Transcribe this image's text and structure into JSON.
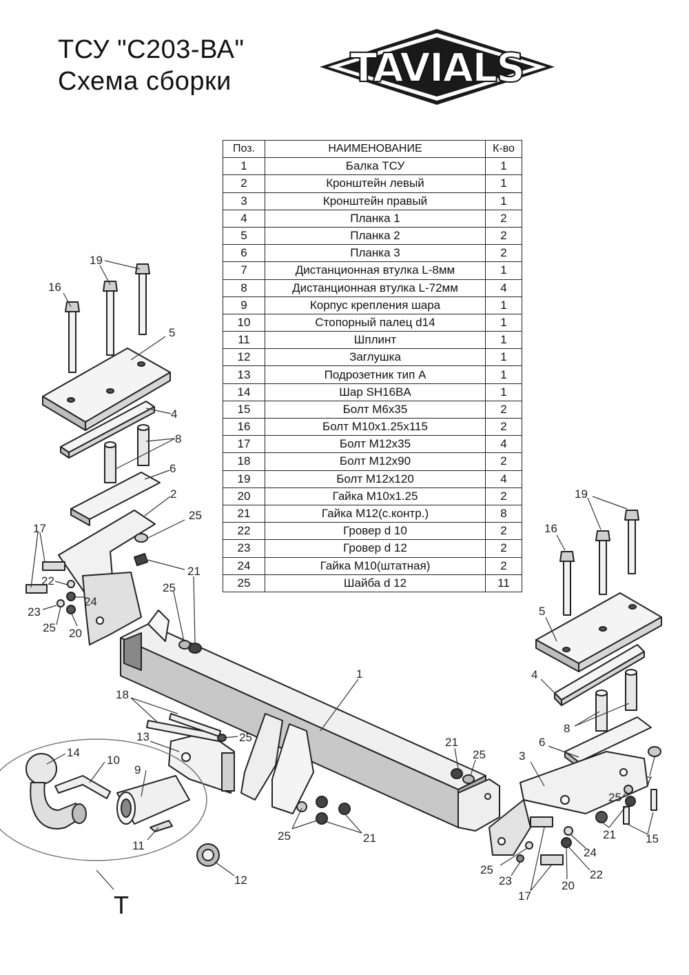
{
  "title": {
    "line1": "ТСУ  \"С203-ВА\"",
    "line2": "Схема сборки"
  },
  "logo": {
    "text": "TAVIALS"
  },
  "table": {
    "headers": [
      "Поз.",
      "НАИМЕНОВАНИЕ",
      "К-во"
    ],
    "rows": [
      [
        "1",
        "Балка ТСУ",
        "1"
      ],
      [
        "2",
        "Кронштейн левый",
        "1"
      ],
      [
        "3",
        "Кронштейн правый",
        "1"
      ],
      [
        "4",
        "Планка 1",
        "2"
      ],
      [
        "5",
        "Планка 2",
        "2"
      ],
      [
        "6",
        "Планка 3",
        "2"
      ],
      [
        "7",
        "Дистанционная втулка L-8мм",
        "1"
      ],
      [
        "8",
        "Дистанционная втулка L-72мм",
        "4"
      ],
      [
        "9",
        "Корпус крепления шара",
        "1"
      ],
      [
        "10",
        "Стопорный палец d14",
        "1"
      ],
      [
        "11",
        "Шплинт",
        "1"
      ],
      [
        "12",
        "Заглушка",
        "1"
      ],
      [
        "13",
        "Подрозетник тип А",
        "1"
      ],
      [
        "14",
        "Шар SH16BA",
        "1"
      ],
      [
        "15",
        "Болт М6х35",
        "2"
      ],
      [
        "16",
        "Болт М10х1.25х115",
        "2"
      ],
      [
        "17",
        "Болт М12х35",
        "4"
      ],
      [
        "18",
        "Болт М12х90",
        "2"
      ],
      [
        "19",
        "Болт М12х120",
        "4"
      ],
      [
        "20",
        "Гайка  М10х1.25",
        "2"
      ],
      [
        "21",
        "Гайка М12(с.контр.)",
        "8"
      ],
      [
        "22",
        "Гровер d 10",
        "2"
      ],
      [
        "23",
        "Гровер d 12",
        "2"
      ],
      [
        "24",
        "Гайка М10(штатная)",
        "2"
      ],
      [
        "25",
        "Шайба d 12",
        "11"
      ]
    ]
  },
  "callouts": {
    "l19": "19",
    "l16": "16",
    "l5": "5",
    "l4": "4",
    "l8": "8",
    "l6": "6",
    "l2": "2",
    "l25a": "25",
    "l17": "17",
    "l22": "22",
    "l24": "24",
    "l21a": "21",
    "l25b": "25",
    "l23": "23",
    "l25c": "25",
    "l20": "20",
    "l1": "1",
    "l18": "18",
    "l13": "13",
    "l25d": "25",
    "l14": "14",
    "l10": "10",
    "l9": "9",
    "l11": "11",
    "l12": "12",
    "l25e": "25",
    "l21b": "21",
    "l21c": "21",
    "l25f": "25",
    "r19": "19",
    "r16": "16",
    "r5": "5",
    "r4": "4",
    "r8": "8",
    "r6": "6",
    "r3": "3",
    "r7": "7",
    "r25a": "25",
    "r21": "21",
    "r15": "15",
    "r24": "24",
    "r22": "22",
    "r25b": "25",
    "r23": "23",
    "r17": "17",
    "r20": "20"
  },
  "kit_label": "T"
}
